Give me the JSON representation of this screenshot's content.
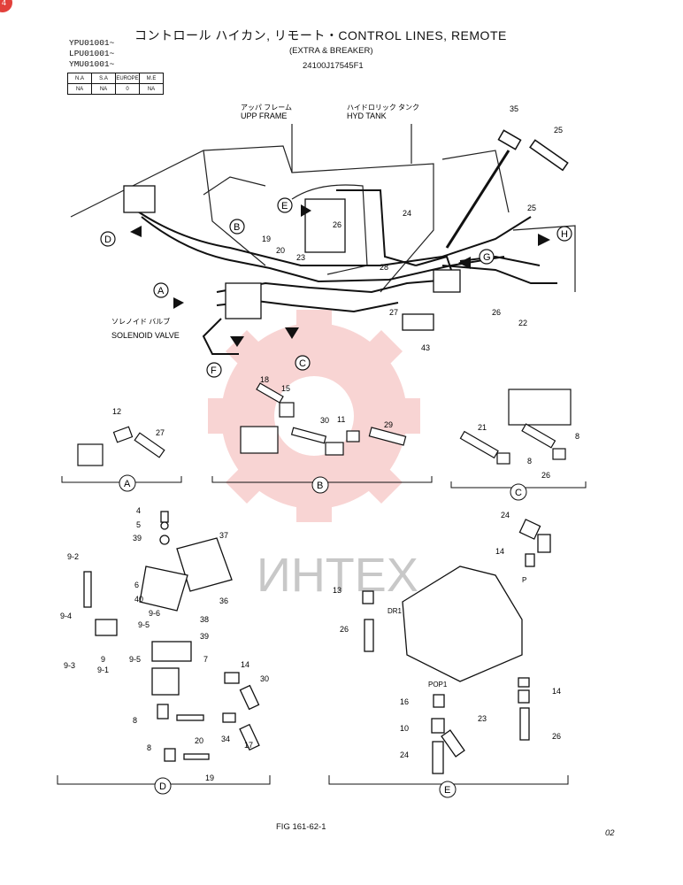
{
  "header": {
    "title": "コントロール ハイカン, リモート・CONTROL LINES, REMOTE",
    "subtitle": "(EXTRA & BREAKER)",
    "part_number": "24100J17545F1",
    "serials": [
      "YPU01001~",
      "LPU01001~",
      "YMU01001~"
    ],
    "corner_badge": "4"
  },
  "spec_table": {
    "headers": [
      "N.A",
      "S.A",
      "EUROPE",
      "M.E"
    ],
    "values": [
      "NA",
      "NA",
      "0",
      "NA"
    ]
  },
  "labels": {
    "upp_frame_jp": "アッパ フレーム",
    "upp_frame": "UPP FRAME",
    "hyd_tank_jp": "ハイドロリック タンク",
    "hyd_tank": "HYD TANK",
    "solenoid_jp": "ソレノイド バルブ",
    "solenoid": "SOLENOID VALVE",
    "watermark": "ИНТЕХ",
    "figure": "FIG 161-62-1",
    "page_code": "02"
  },
  "callouts": {
    "main": [
      "35",
      "25",
      "24",
      "26",
      "28",
      "19",
      "20",
      "23",
      "25",
      "22",
      "26",
      "27",
      "43"
    ],
    "detail_a": [
      "12",
      "27"
    ],
    "detail_b": [
      "18",
      "15",
      "30",
      "11",
      "29"
    ],
    "detail_c": [
      "21",
      "8",
      "26",
      "8"
    ],
    "detail_d": [
      "4",
      "5",
      "39",
      "37",
      "9-2",
      "6",
      "40",
      "36",
      "9-6",
      "9-4",
      "9-5",
      "38",
      "39",
      "9-3",
      "9",
      "9-1",
      "9-5",
      "7",
      "14",
      "30",
      "8",
      "20",
      "34",
      "17",
      "8",
      "19"
    ],
    "detail_e": [
      "24",
      "14",
      "13",
      "26",
      "16",
      "10",
      "23",
      "24",
      "14",
      "26"
    ],
    "ports": [
      "DR1",
      "POP1",
      "P"
    ]
  },
  "section_letters": [
    "A",
    "B",
    "C",
    "D",
    "E",
    "F",
    "G",
    "H"
  ]
}
